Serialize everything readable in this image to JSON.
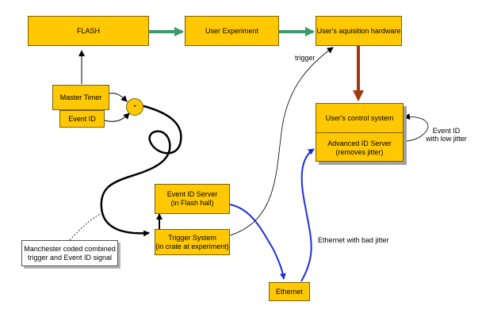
{
  "nodes": {
    "flash": "FLASH",
    "user_experiment": "User Experiment",
    "acquisition_hw": "User's aquisition hardware",
    "master_timer": "Master Timer",
    "event_id": "Event ID",
    "mixer_symbol": "*",
    "control_system": "User's control system",
    "advanced_id_server_line1": "Advanced ID Server",
    "advanced_id_server_line2": "(removes jitter)",
    "event_id_server_line1": "Event ID Server",
    "event_id_server_line2": "(in Flash hall)",
    "trigger_system_line1": "Trigger System",
    "trigger_system_line2": "(in crate at experiment)",
    "ethernet": "Ethernet"
  },
  "labels": {
    "trigger": "trigger",
    "event_id_low_jitter_line1": "Event ID",
    "event_id_low_jitter_line2": "with low jitter",
    "ethernet_bad_jitter": "Ethernet with bad jitter",
    "manchester_line1": "Manchester coded combined",
    "manchester_line2": "trigger and Event ID signal"
  },
  "colors": {
    "box_fill": "#ffc800",
    "green_arrow": "#3a9a6e",
    "brown_arrow": "#a03a10",
    "blue_link": "#1d2fd8",
    "black_link": "#000000"
  }
}
